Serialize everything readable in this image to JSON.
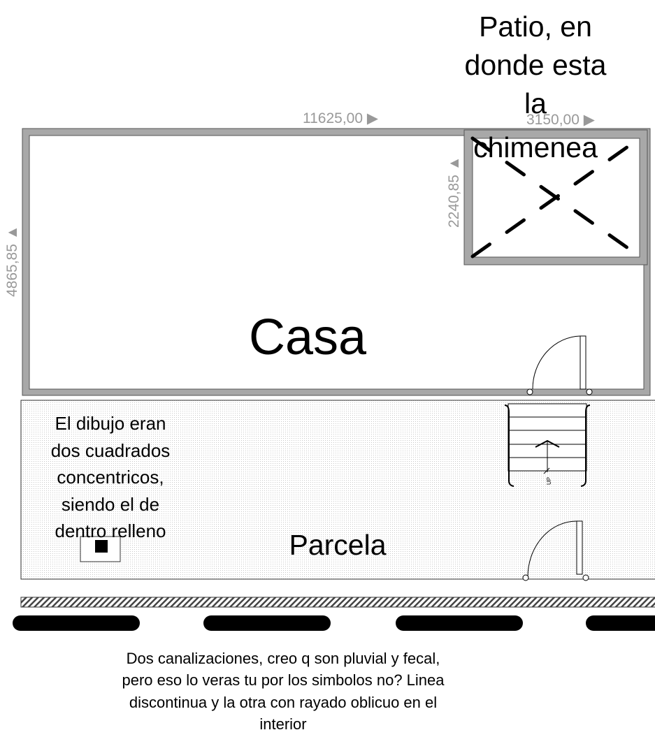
{
  "patio_label": [
    "Patio, en",
    "donde esta",
    "la",
    "chimenea"
  ],
  "casa_label": "Casa",
  "parcela_label": "Parcela",
  "note_left": [
    "El dibujo eran",
    "dos cuadrados",
    "concentricos,",
    "siendo el de",
    "dentro relleno"
  ],
  "note_bottom": [
    "Dos canalizaciones, creo q son pluvial y fecal,",
    "pero eso lo veras tu por los simbolos no? Linea",
    "discontinua y la otra con rayado oblicuo en el",
    "interior"
  ],
  "dimensions": {
    "house_width": "11625,00 ▶",
    "patio_width": "3150,00 ▶",
    "house_depth": "4865,85 ▲",
    "patio_depth": "2240,85 ▲"
  },
  "stair_label": "UP",
  "colors": {
    "wall": "#a8a8a8",
    "dimension": "#999999",
    "ink": "#000000"
  }
}
